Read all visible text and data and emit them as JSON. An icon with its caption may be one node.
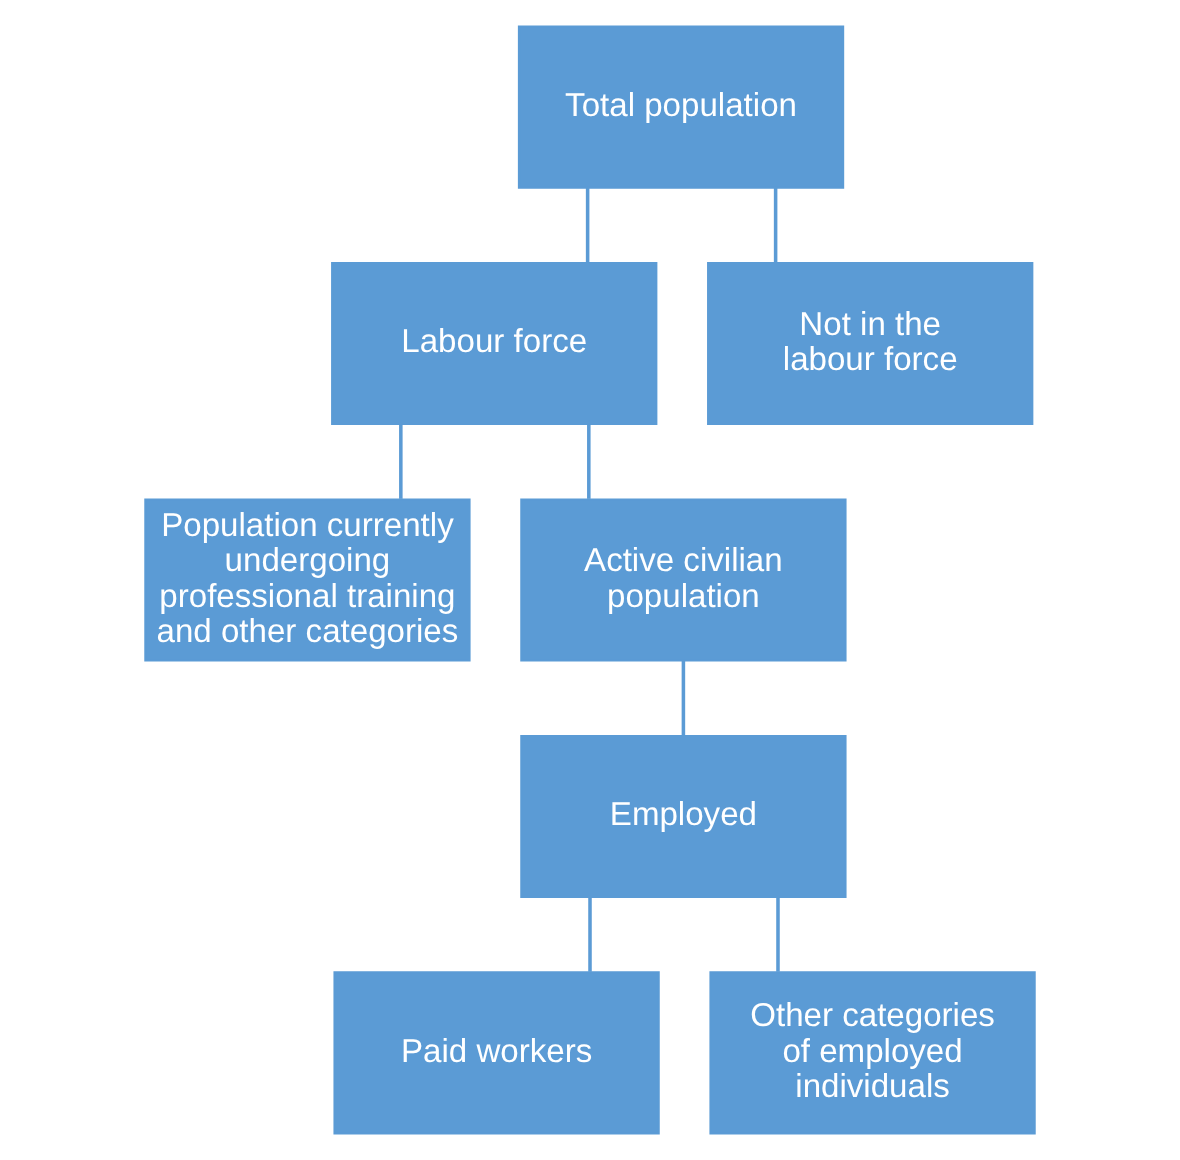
{
  "diagram": {
    "nodes": [
      {
        "text": [
          "Total population"
        ]
      },
      {
        "text": [
          "Labour force"
        ]
      },
      {
        "text": [
          "Not in the labour force"
        ]
      },
      {
        "text": [
          "Population currently undergoing professional training and other categories"
        ]
      },
      {
        "text": [
          "Active civilian population"
        ]
      },
      {
        "text": [
          "Employed"
        ]
      },
      {
        "text": [
          "Paid workers"
        ]
      },
      {
        "text": [
          "Other categories of employed individuals"
        ]
      }
    ],
    "edges": [
      {
        "from": 0,
        "to": 1,
        "arrow": "none"
      },
      {
        "from": 0,
        "to": 2,
        "arrow": "none"
      },
      {
        "from": 1,
        "to": 3,
        "arrow": "none"
      },
      {
        "from": 1,
        "to": 4,
        "arrow": "none"
      },
      {
        "from": 4,
        "to": 5,
        "arrow": "none"
      },
      {
        "from": 5,
        "to": 6,
        "arrow": "none"
      },
      {
        "from": 5,
        "to": 7,
        "arrow": "none"
      }
    ]
  }
}
